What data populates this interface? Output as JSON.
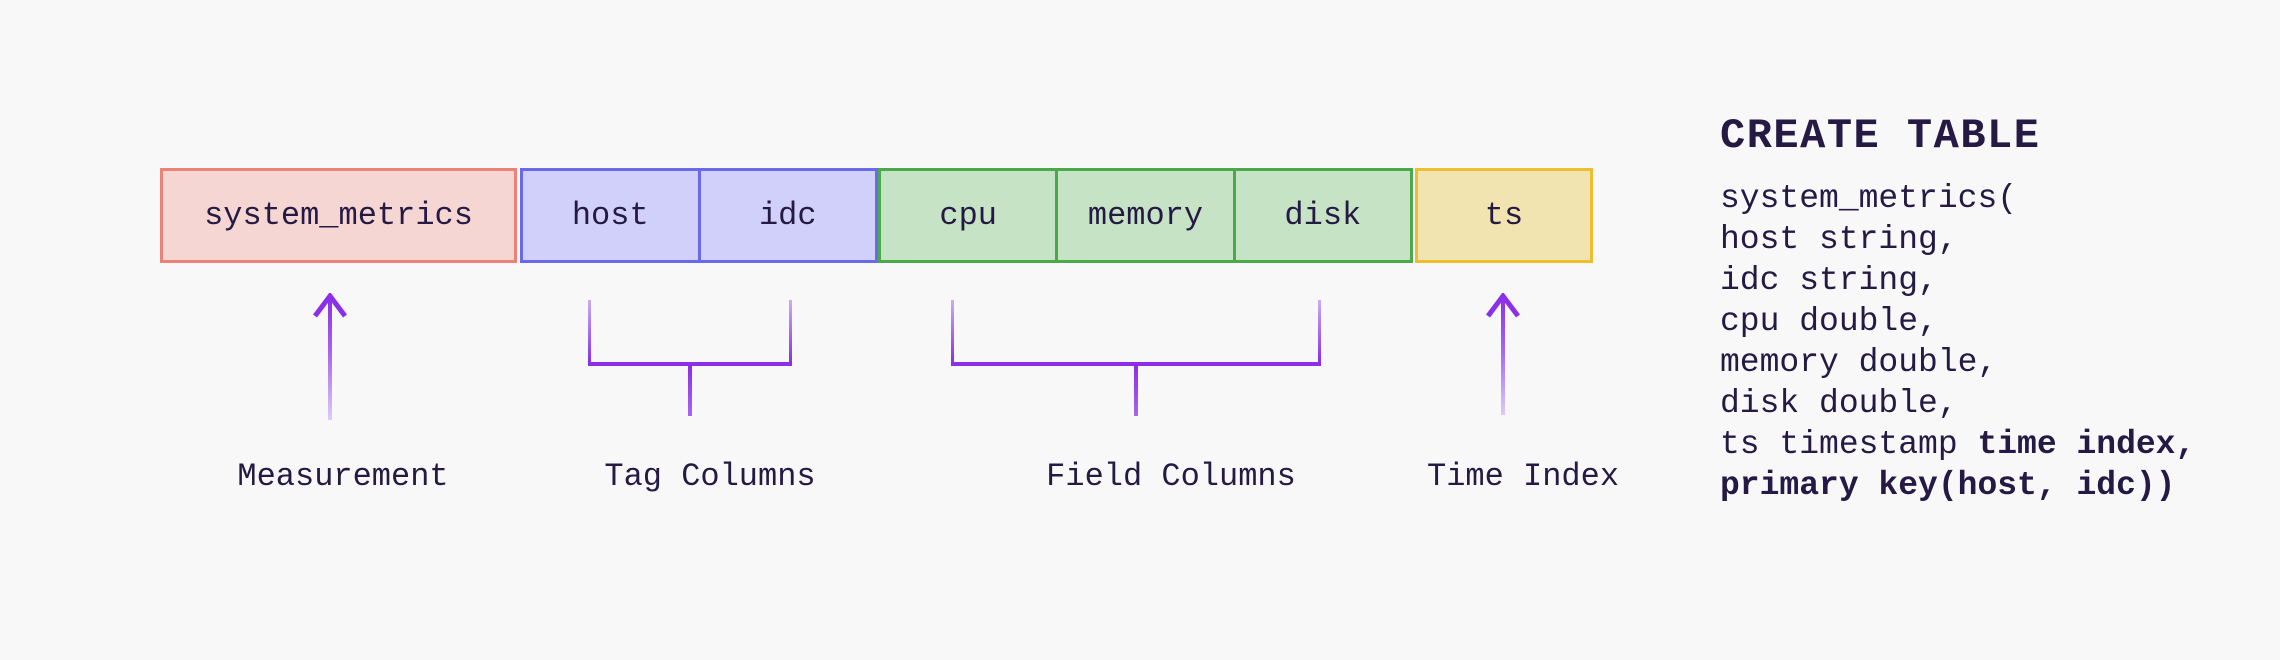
{
  "colors": {
    "page-bg": "#f8f8f9",
    "text": "#241a43",
    "measurement-fill": "#f6d6d2",
    "measurement-border": "#eb8278",
    "tag-fill": "#d0d0fa",
    "tag-border": "#6969eb",
    "field-fill": "#c6e3c6",
    "field-border": "#4ba84b",
    "time-fill": "#f2e4b0",
    "time-border": "#edbf2e",
    "arrow": "#8b2fe8",
    "arrow-light": "#c9aef2"
  },
  "table_row": {
    "measurement": "system_metrics",
    "tag_columns": [
      "host",
      "idc"
    ],
    "field_columns": [
      "cpu",
      "memory",
      "disk"
    ],
    "time_column": "ts"
  },
  "annotations": {
    "measurement": "Measurement",
    "tag": "Tag Columns",
    "field": "Field Columns",
    "time": "Time Index"
  },
  "sql": {
    "heading": "CREATE TABLE",
    "lines": [
      {
        "normal": "system_metrics("
      },
      {
        "normal": "host string,"
      },
      {
        "normal": "idc string,"
      },
      {
        "normal": "cpu double,"
      },
      {
        "normal": "memory double,"
      },
      {
        "normal": "disk double,"
      },
      {
        "normal": "ts timestamp ",
        "bold": "time index,"
      },
      {
        "normal": "",
        "bold": "primary key(host, idc))"
      }
    ]
  }
}
